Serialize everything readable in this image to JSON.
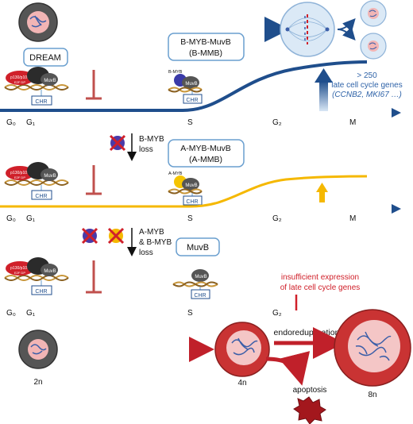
{
  "panel1": {
    "complex_dream": "DREAM",
    "complex_bmmb_line1": "B-MYB-MuvB",
    "complex_bmmb_line2": "(B-MMB)",
    "bmyb_label": "B-MYB",
    "p130_label": "p130/p107",
    "e2f_label": "E2F DP",
    "muvb_label": "MuvB",
    "chr_label": "CHR",
    "genes_line1": "> 250",
    "genes_line2": "late cell cycle genes",
    "genes_line3": "(CCNB2, MKI67 …)",
    "phases": [
      "G₀",
      "G₁",
      "S",
      "G₂",
      "M"
    ]
  },
  "step1": {
    "line1": "B-MYB",
    "line2": "loss"
  },
  "panel2": {
    "complex_line1": "A-MYB-MuvB",
    "complex_line2": "(A-MMB)",
    "amyb_label": "A-MYB",
    "phases": [
      "G₀",
      "G₁",
      "S",
      "G₂",
      "M"
    ]
  },
  "step2": {
    "line1": "A-MYB",
    "line2": "& B-MYB",
    "line3": "loss"
  },
  "panel3": {
    "complex": "MuvB",
    "insufficient_line1": "insufficient expression",
    "insufficient_line2": "of late cell cycle genes",
    "phases": [
      "G₀",
      "G₁",
      "S",
      "G₂"
    ]
  },
  "bottom": {
    "ploidy_2n": "2n",
    "ploidy_4n": "4n",
    "ploidy_8n": "8n",
    "endoreduplication": "endoreduplication",
    "apoptosis": "apoptosis"
  },
  "colors": {
    "blue": "#1f4e8c",
    "red": "#d0202a",
    "yellow": "#f5b800",
    "box_border": "#6a9fcf"
  }
}
